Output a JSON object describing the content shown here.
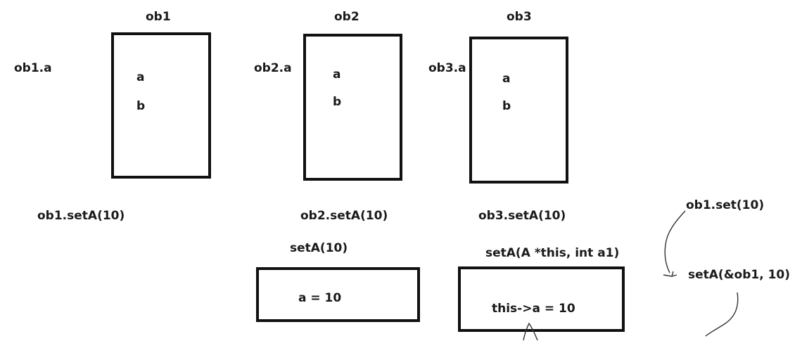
{
  "objects": [
    {
      "title": "ob1",
      "member_label": "ob1.a",
      "field_a": "a",
      "field_b": "b",
      "call": "ob1.setA(10)"
    },
    {
      "title": "ob2",
      "member_label": "ob2.a",
      "field_a": "a",
      "field_b": "b",
      "call": "ob2.setA(10)"
    },
    {
      "title": "ob3",
      "member_label": "ob3.a",
      "field_a": "a",
      "field_b": "b",
      "call": "ob3.setA(10)"
    }
  ],
  "function_plain": {
    "signature": "setA(10)",
    "body": "a = 10"
  },
  "function_this": {
    "signature": "setA(A *this, int a1)",
    "body": "this->a = 10"
  },
  "translation": {
    "source": "ob1.set(10)",
    "target": "setA(&ob1, 10)"
  }
}
